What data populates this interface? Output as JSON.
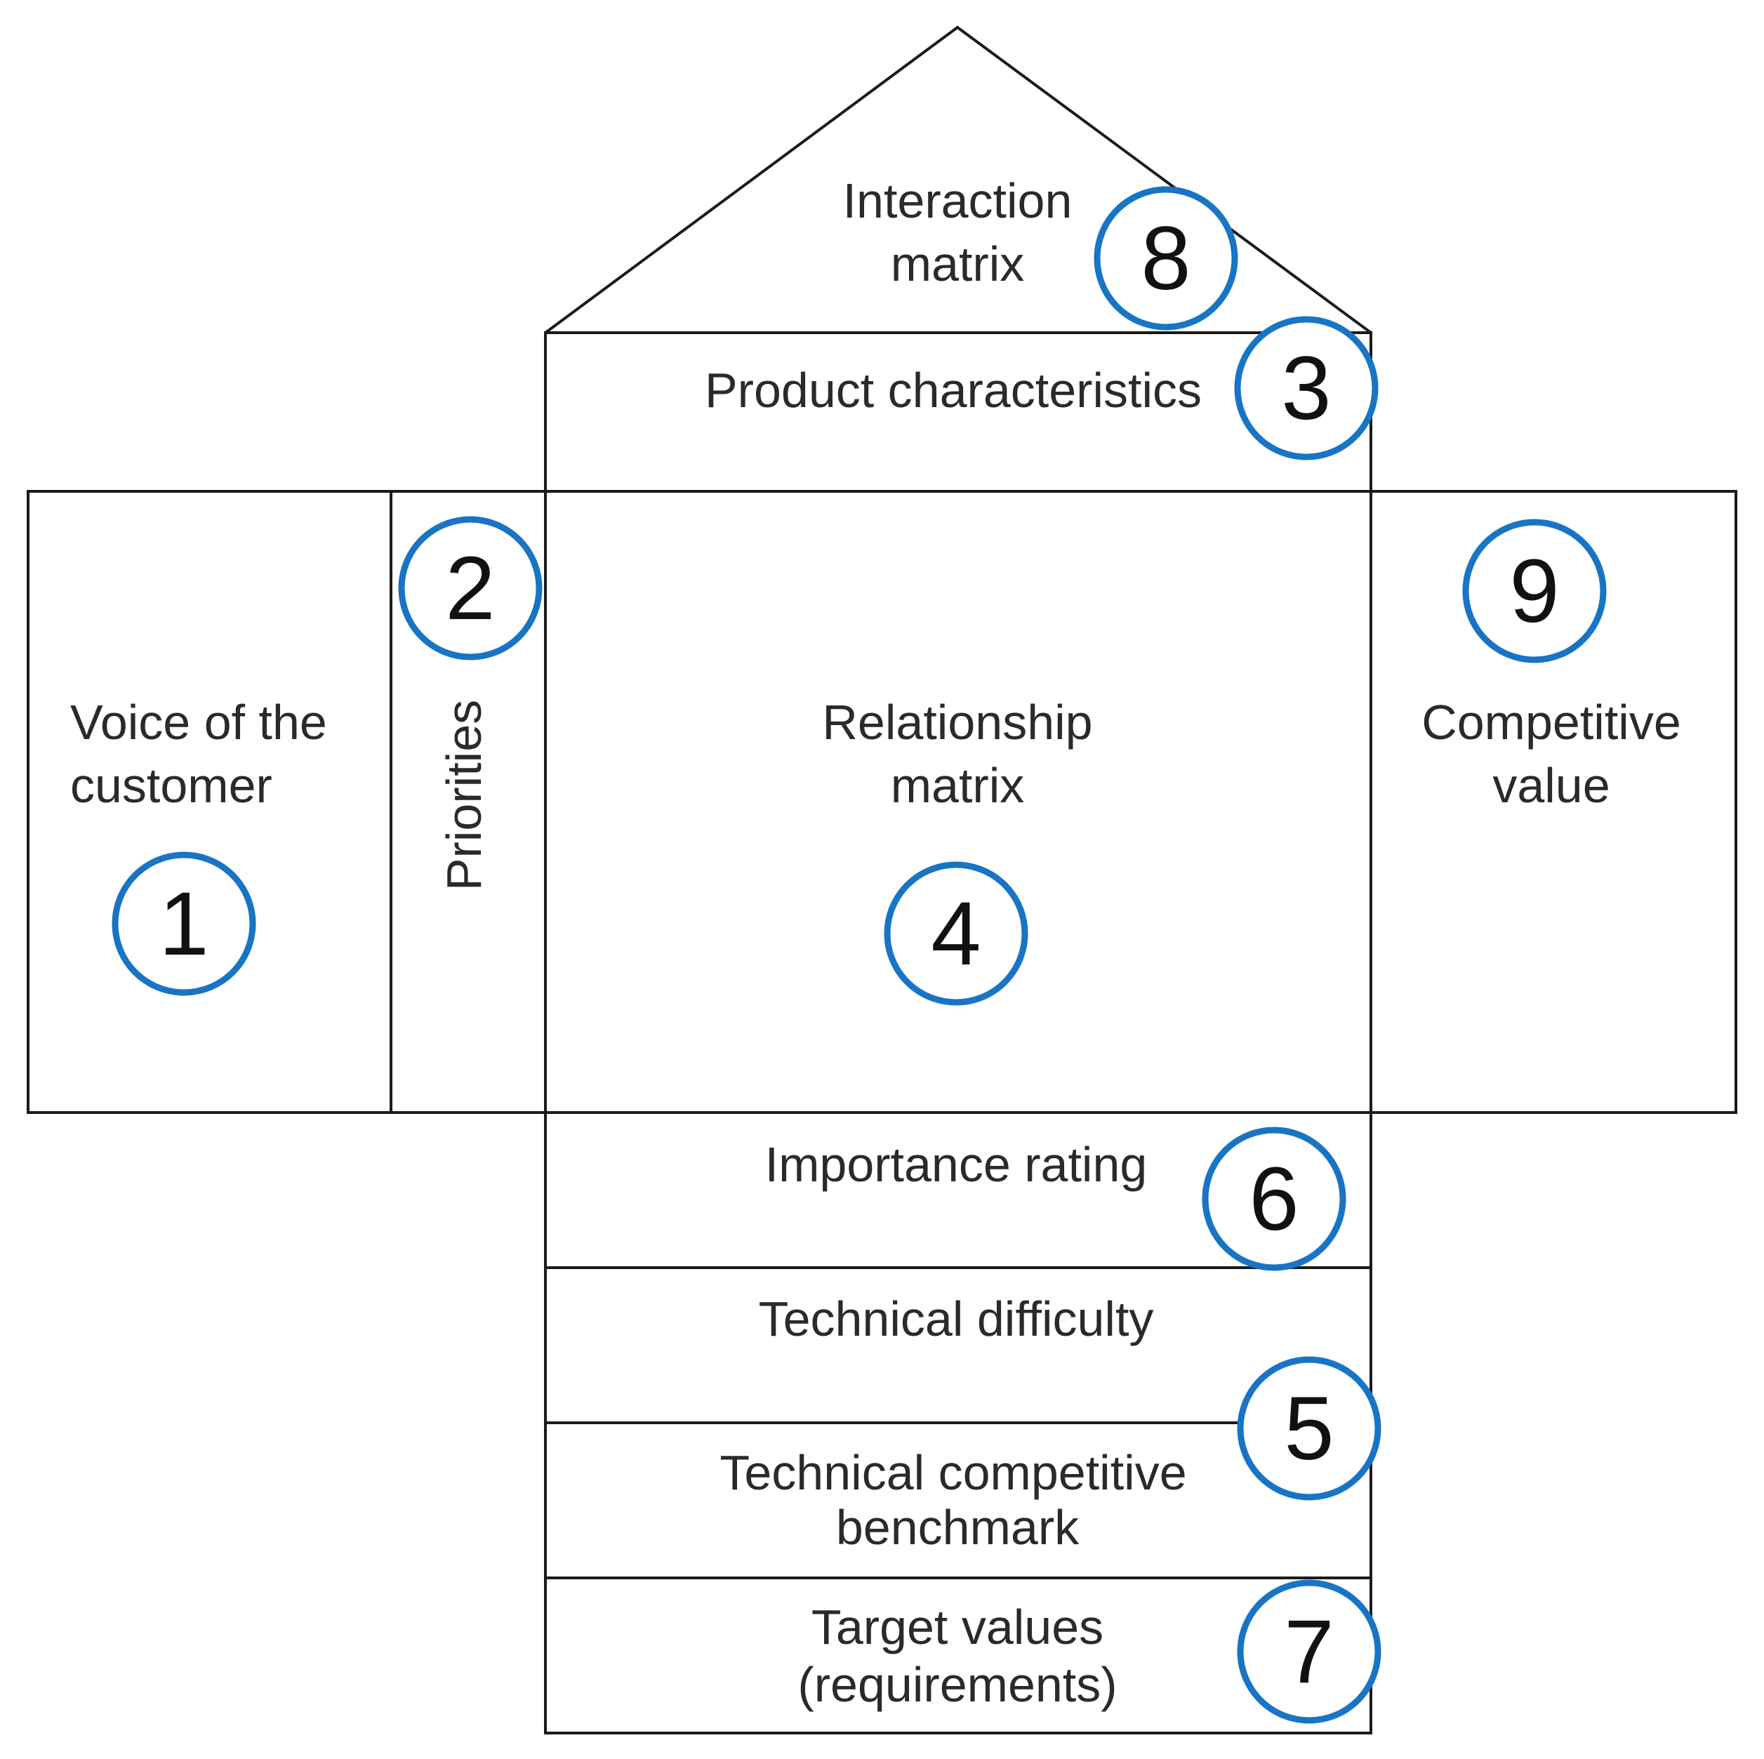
{
  "sections": {
    "voice": {
      "line1": "Voice of the",
      "line2": "customer",
      "number": "1"
    },
    "priorities": {
      "label": "Priorities",
      "number": "2"
    },
    "product": {
      "label": "Product characteristics",
      "number": "3"
    },
    "relationship": {
      "line1": "Relationship",
      "line2": "matrix",
      "number": "4"
    },
    "technical": {
      "difficulty": "Technical difficulty",
      "benchmark_line1": "Technical competitive",
      "benchmark_line2": "benchmark",
      "number": "5"
    },
    "importance": {
      "label": "Importance rating",
      "number": "6"
    },
    "target": {
      "line1": "Target values",
      "line2": "(requirements)",
      "number": "7"
    },
    "interaction": {
      "line1": "Interaction",
      "line2": "matrix",
      "number": "8"
    },
    "competitive": {
      "line1": "Competitive",
      "line2": "value",
      "number": "9"
    }
  },
  "colors": {
    "badge_ring": "#1874c4",
    "outline": "#1a1a1a"
  }
}
